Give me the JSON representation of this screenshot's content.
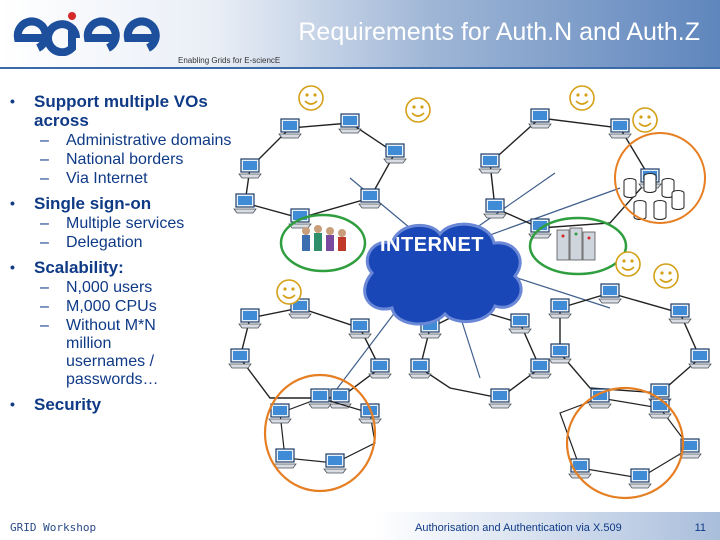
{
  "header": {
    "title": "Requirements for Auth.N and Auth.Z",
    "tagline": "Enabling Grids for E-sciencE"
  },
  "bullets": [
    {
      "text": "Support multiple VOs across",
      "subs": [
        "Administrative domains",
        "National borders",
        "Via Internet"
      ]
    },
    {
      "text": "Single sign-on",
      "subs": [
        "Multiple services",
        "Delegation"
      ]
    },
    {
      "text": "Scalability:",
      "subs": [
        "N,000 users",
        "M,000 CPUs",
        "Without M*N million usernames / passwords…"
      ]
    },
    {
      "text": "Security",
      "subs": []
    }
  ],
  "diagram": {
    "cloud_label": "INTERNET",
    "icons": [
      "smiley-icon",
      "computer-icon",
      "people-icon",
      "server-rack-icon",
      "database-icon",
      "cloud-icon"
    ],
    "colors": {
      "network_ring": "#e67e22",
      "vo_ring": "#2e9e3e",
      "cloud": "#1a47b8",
      "smiley": "#d4a017"
    }
  },
  "footer": {
    "left": "GRID Workshop",
    "right": "Authorisation and Authentication via X.509",
    "page": "11"
  }
}
